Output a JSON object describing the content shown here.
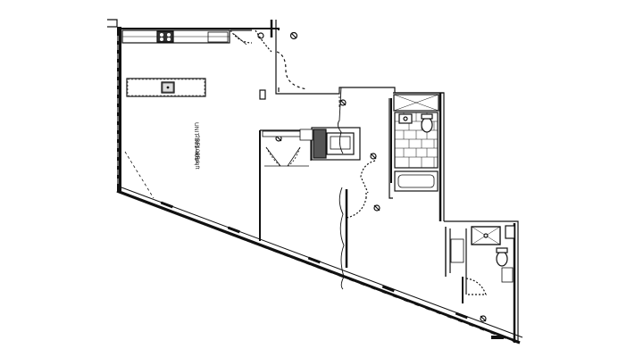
{
  "plan": {
    "unit_label": "UNIT 301-401",
    "type_label": "2BR - 2BA",
    "area_label": "1065sqft"
  },
  "colors": {
    "ink": "#111111",
    "wall": "#111111",
    "tile": "#444444",
    "background": "#ffffff"
  },
  "icons": [
    "window-wall-icon",
    "kitchen-counter-icon",
    "range-icon",
    "sink-icon",
    "toilet-icon",
    "bathtub-icon",
    "shower-icon",
    "door-swing-icon",
    "light-fixture-icon"
  ]
}
